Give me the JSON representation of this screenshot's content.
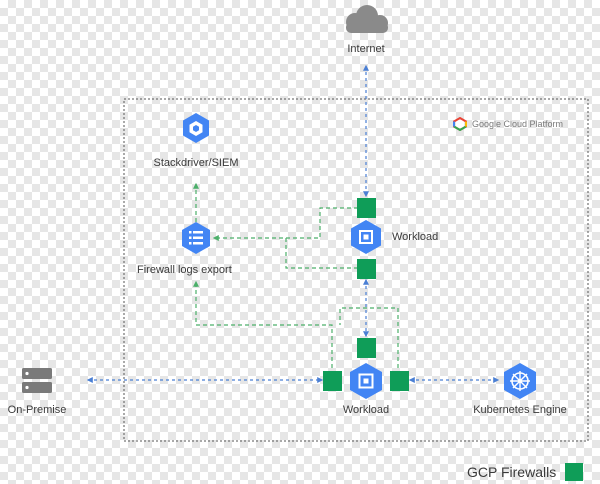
{
  "nodes": {
    "internet": {
      "label": "Internet",
      "icon": "cloud-icon"
    },
    "stackdriver": {
      "label": "Stackdriver/SIEM",
      "icon": "stackdriver-icon"
    },
    "firewall_logs": {
      "label": "Firewall  logs export",
      "icon": "logs-export-icon"
    },
    "workload_top": {
      "label": "Workload",
      "icon": "compute-engine-icon"
    },
    "workload_bottom": {
      "label": "Workload",
      "icon": "compute-engine-icon"
    },
    "on_premise": {
      "label": "On-Premise",
      "icon": "server-icon"
    },
    "kubernetes": {
      "label": "Kubernetes Engine",
      "icon": "kubernetes-icon"
    }
  },
  "platform": {
    "label": "Google Cloud Platform",
    "icon": "gcp-logo-icon"
  },
  "legend": {
    "label": "GCP Firewalls",
    "swatch_color": "#0f9d58"
  },
  "colors": {
    "firewall": "#0f9d58",
    "product_icon": "#4285f4",
    "traffic_line": "#4a7fd4",
    "log_line": "#4caf6a",
    "cloud": "#8a8a8a",
    "server": "#7a7a7a",
    "border": "#555555"
  }
}
